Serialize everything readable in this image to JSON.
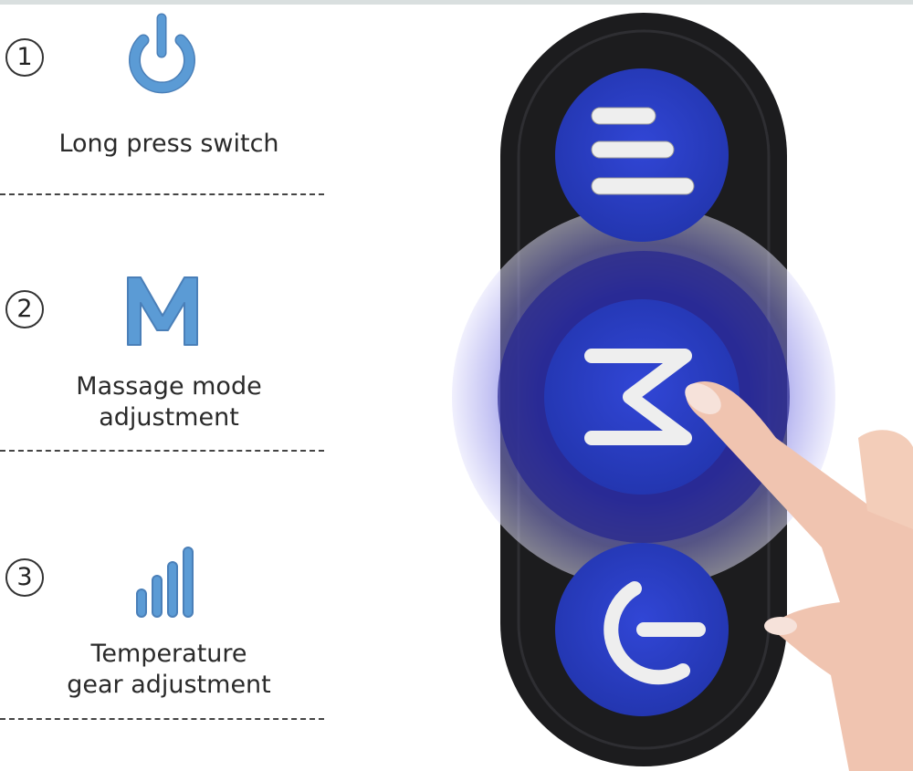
{
  "features": [
    {
      "number": "1",
      "icon": "power-icon",
      "label_lines": [
        "Long press switch"
      ]
    },
    {
      "number": "2",
      "icon": "m-letter-icon",
      "label_lines": [
        "Massage mode",
        "adjustment"
      ]
    },
    {
      "number": "3",
      "icon": "signal-bars-icon",
      "label_lines": [
        "Temperature",
        "gear adjustment"
      ]
    }
  ],
  "colors": {
    "icon_blue": "#5b9bd5",
    "button_blue": "#2b3ec4",
    "remote_body": "#1c1c1e",
    "glow": "#c9c8f5"
  }
}
